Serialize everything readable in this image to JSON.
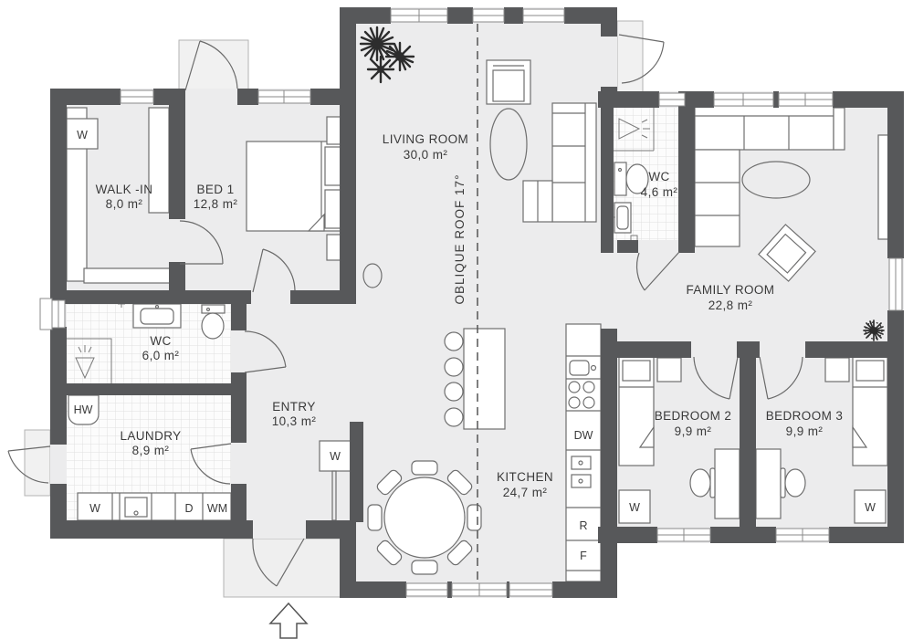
{
  "plan": {
    "rooms": {
      "walkin": {
        "name": "WALK -IN",
        "area": "8,0 m²"
      },
      "bed1": {
        "name": "BED 1",
        "area": "12,8 m²"
      },
      "living": {
        "name": "LIVING ROOM",
        "area": "30,0 m²"
      },
      "wc_small": {
        "name": "WC",
        "area": "4,6 m²"
      },
      "family": {
        "name": "FAMILY ROOM",
        "area": "22,8 m²"
      },
      "wc_large": {
        "name": "WC",
        "area": "6,0 m²"
      },
      "entry": {
        "name": "ENTRY",
        "area": "10,3 m²"
      },
      "laundry": {
        "name": "LAUNDRY",
        "area": "8,9 m²"
      },
      "kitchen": {
        "name": "KITCHEN",
        "area": "24,7 m²"
      },
      "bedroom2": {
        "name": "BEDROOM 2",
        "area": "9,9 m²"
      },
      "bedroom3": {
        "name": "BEDROOM 3",
        "area": "9,9 m²"
      }
    },
    "annotations": {
      "roof": "OBLIQUE ROOF 17°"
    },
    "appliances": {
      "wardrobe": "W",
      "hot_water": "HW",
      "dryer": "D",
      "washer": "WM",
      "dishwasher": "DW",
      "fridge": "R",
      "freezer": "F"
    },
    "colors": {
      "wall": "#57585a",
      "floor": "#ececed",
      "foliage": "#2d2d2d"
    }
  }
}
